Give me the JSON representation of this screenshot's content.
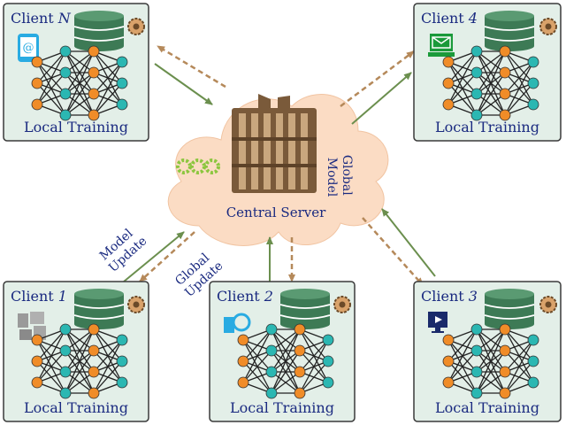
{
  "server": {
    "label": "Central Server"
  },
  "flows": {
    "model_update": [
      "Model",
      "Update"
    ],
    "global_update": [
      "Global",
      "Update"
    ],
    "global_model": [
      "Global",
      "Model"
    ]
  },
  "clients": [
    {
      "name": "Client ",
      "index": "N",
      "caption": "Local Training",
      "device": "phone-icon"
    },
    {
      "name": "Client ",
      "index": "4",
      "caption": "Local Training",
      "device": "laptop-mail-icon"
    },
    {
      "name": "Client ",
      "index": "1",
      "caption": "Local Training",
      "device": "office-devices-icon"
    },
    {
      "name": "Client ",
      "index": "2",
      "caption": "Local Training",
      "device": "camera-icon"
    },
    {
      "name": "Client ",
      "index": "3",
      "caption": "Local Training",
      "device": "monitor-video-icon"
    }
  ],
  "colors": {
    "panel_fill": "#e3efe8",
    "panel_stroke": "#3a3a3a",
    "cloud_fill": "#fbdcc4",
    "server": "#7a5a3a",
    "database": "#3d7a55",
    "node_orange": "#f08c28",
    "node_teal": "#2bb7b2",
    "arrow_solid": "#6b8f4e",
    "arrow_dashed": "#b5895a",
    "text": "#1a2a80"
  }
}
